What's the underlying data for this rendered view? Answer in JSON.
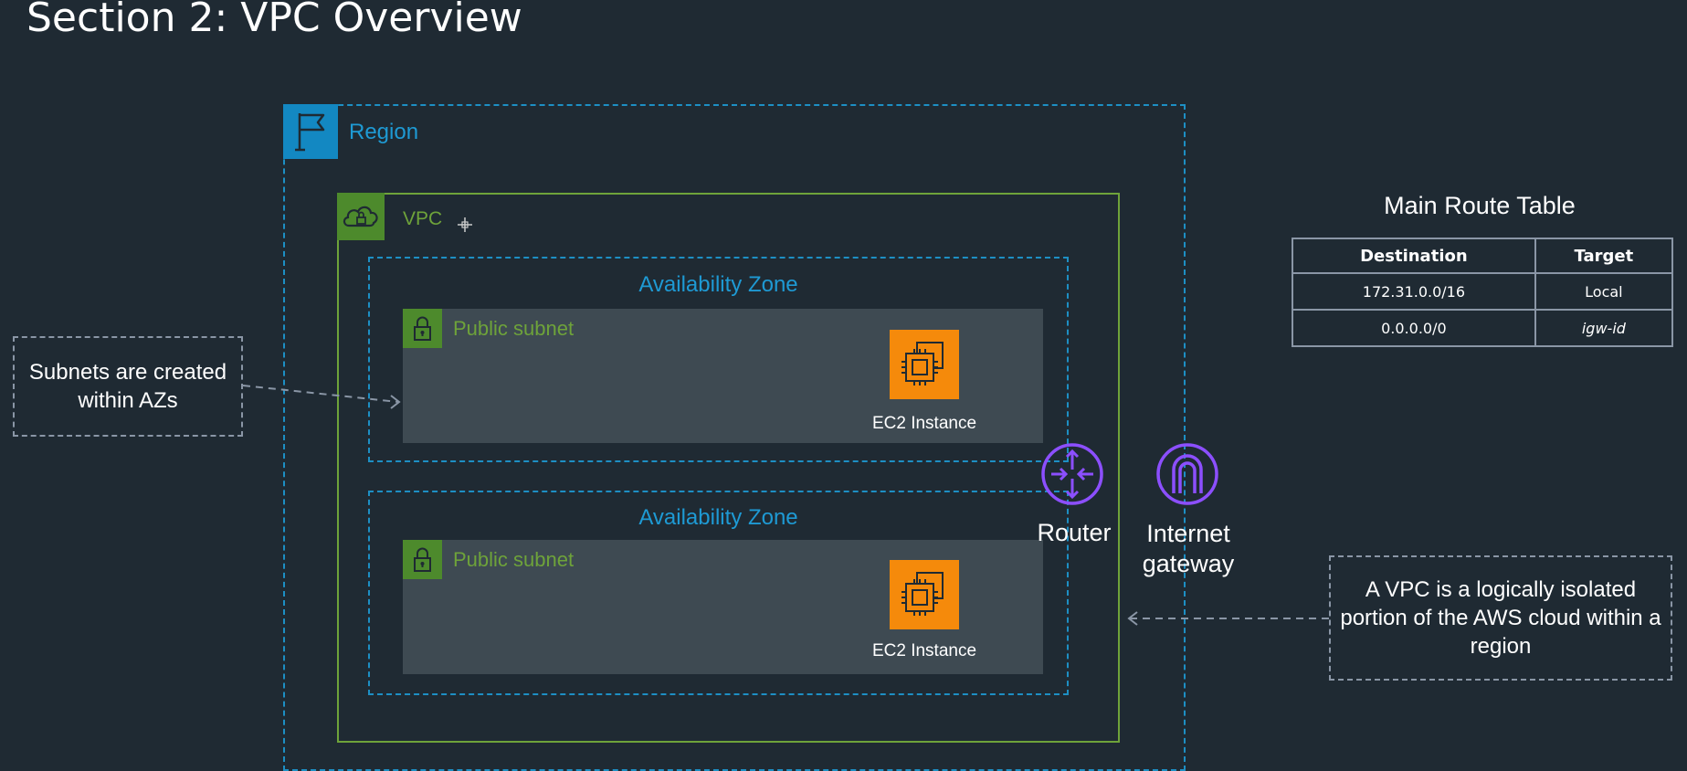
{
  "title": "Section 2: VPC Overview",
  "diagram": {
    "region": {
      "label": "Region",
      "icon": "flag-icon",
      "color": "#1d8fc4"
    },
    "vpc": {
      "label": "VPC",
      "icon": "cloud-lock-icon",
      "color": "#6ea33a"
    },
    "availability_zones": [
      {
        "label": "Availability Zone",
        "subnet": {
          "label": "Public subnet",
          "icon": "lock-icon"
        },
        "instance": {
          "label": "EC2 Instance",
          "icon": "chip-icon"
        }
      },
      {
        "label": "Availability Zone",
        "subnet": {
          "label": "Public subnet",
          "icon": "lock-icon"
        },
        "instance": {
          "label": "EC2 Instance",
          "icon": "chip-icon"
        }
      }
    ],
    "router": {
      "label": "Router",
      "icon": "router-icon",
      "color": "#8c4fff"
    },
    "internet_gateway": {
      "label": "Internet gateway",
      "icon": "gateway-icon",
      "color": "#8c4fff"
    },
    "callouts": {
      "subnets": "Subnets are created within AZs",
      "vpc": "A VPC is a logically isolated portion of the AWS cloud within a region"
    }
  },
  "route_table": {
    "title": "Main Route Table",
    "headers": [
      "Destination",
      "Target"
    ],
    "rows": [
      [
        "172.31.0.0/16",
        "Local"
      ],
      [
        "0.0.0.0/0",
        "igw-id"
      ]
    ]
  },
  "colors": {
    "background": "#1f2a33",
    "subnet_fill": "#3e4a52",
    "ec2_orange": "#f58a0b"
  }
}
